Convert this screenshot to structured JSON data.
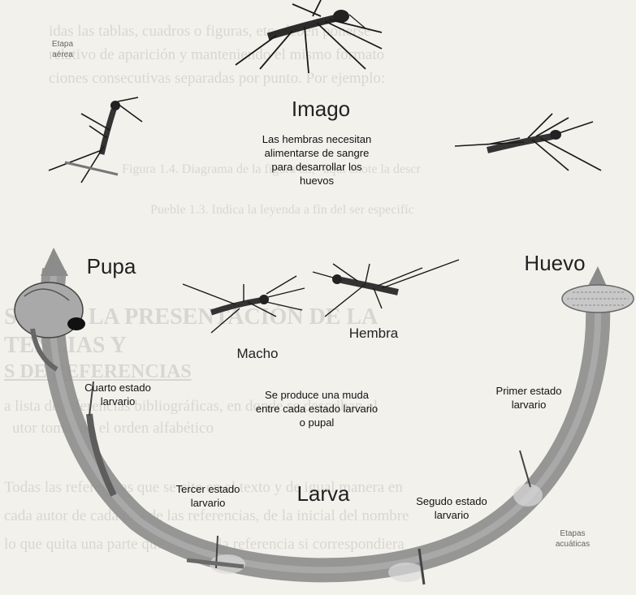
{
  "diagram": {
    "stages": {
      "imago": "Imago",
      "pupa": "Pupa",
      "huevo": "Huevo",
      "larva": "Larva"
    },
    "imago_note_lines": [
      "Las hembras necesitan",
      "alimentarse de sangre",
      "para desarrollar los",
      "huevos"
    ],
    "adults": {
      "male": "Macho",
      "female": "Hembra"
    },
    "molt_note_lines": [
      "Se produce una muda",
      "entre cada estado larvario",
      "o pupal"
    ],
    "larval_stages": {
      "first": [
        "Primer estado",
        "larvario"
      ],
      "second": [
        "Segudo estado",
        "larvario"
      ],
      "third": [
        "Tercer estado",
        "larvario"
      ],
      "fourth": [
        "Cuarto estado",
        "larvario"
      ]
    },
    "corner_notes": {
      "aerial": [
        "Etapa",
        "aérea"
      ],
      "aquatic": [
        "Etapas",
        "acuáticas"
      ]
    }
  },
  "background_text": {
    "line1": "idas las tablas, cuadros o figuras, etc. deben ponerse",
    "line2": "relativo de aparición y manteniendo el mismo formato",
    "line3": "ciones consecutivas separadas por punto. Por ejemplo:",
    "line4": "Figura 1.4. Diagrama de la figura tal, \"aquí anote la descr",
    "line5": "Pueble 1.3. Indica la leyenda a fin del ser especific",
    "line6": "S PARA LA PRESENTACIÓN DE LA",
    "line7": "TENCIAS Y",
    "line8": "S DE REFERENCIAS",
    "line9": "a lista de referencias bibliográficas, en donde se describan el",
    "line10": "utor tomando el orden alfabético",
    "line11": "Todas las referencias que se cite en el texto y de igual manera en",
    "line12": "cada autor de cada una de las referencias, de la inicial del nombre",
    "line13": "lo que quita una parte que agregar la referencia si correspondiera"
  }
}
